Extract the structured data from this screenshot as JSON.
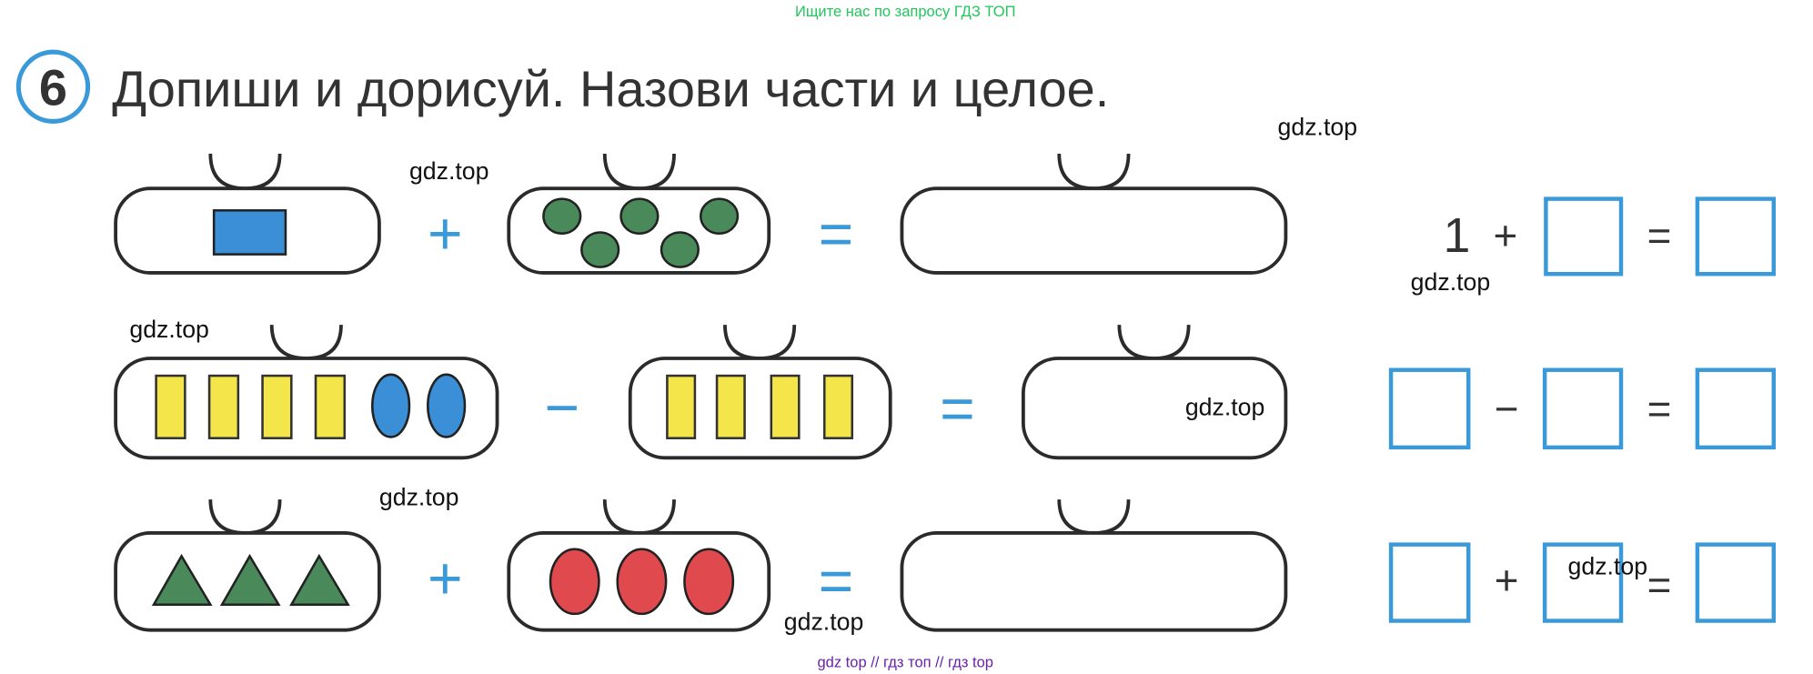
{
  "header": {
    "search_hint": "Ищите нас по запросу ГДЗ ТОП"
  },
  "task": {
    "number": "6",
    "title": "Допиши и дорисуй. Назови части и целое."
  },
  "rows": [
    {
      "left_op": "+",
      "eq": "=",
      "right": {
        "a": "1",
        "op": "+",
        "eq": "="
      }
    },
    {
      "left_op": "−",
      "eq": "=",
      "right": {
        "op": "−",
        "eq": "="
      }
    },
    {
      "left_op": "+",
      "eq": "=",
      "right": {
        "op": "+",
        "eq": "="
      }
    }
  ],
  "watermarks": [
    "gdz.top",
    "gdz.top",
    "gdz.top",
    "gdz.top",
    "gdz.top",
    "gdz.top",
    "gdz.top",
    "gdz.top"
  ],
  "footer": {
    "text": "gdz top // гдз топ // гдз top"
  },
  "colors": {
    "blue": "#3a9ad9",
    "green": "#4a8a5a",
    "yellow": "#f4e64a",
    "red": "#e0494e",
    "hint": "#22c55e",
    "footer": "#6b21a8"
  }
}
